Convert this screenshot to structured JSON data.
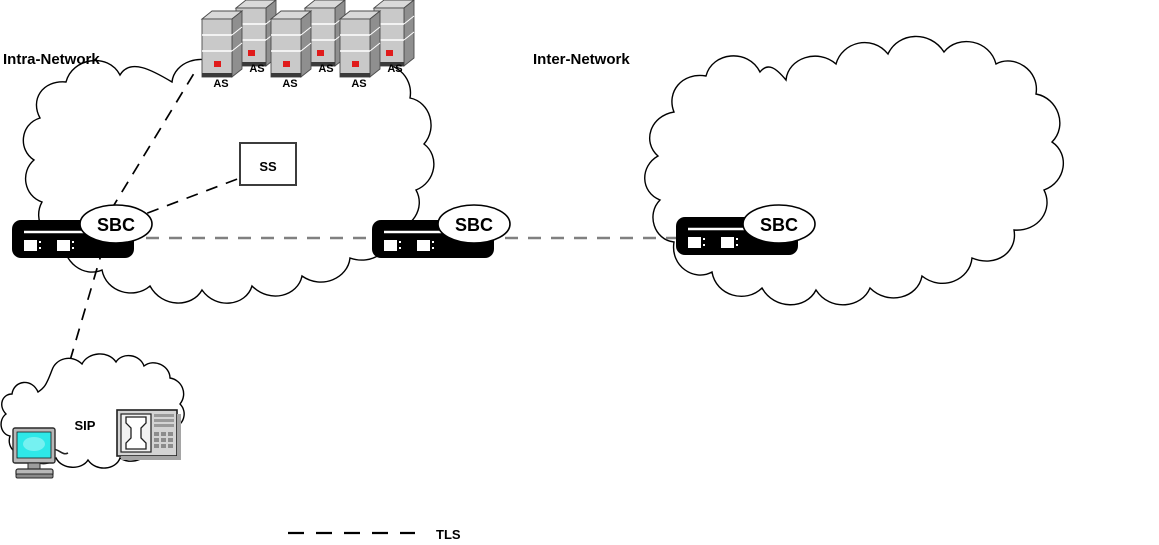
{
  "diagram": {
    "title": "Intra-Network / Inter-Network SBC topology",
    "zones": [
      {
        "id": "intra",
        "label": "Intra-Network"
      },
      {
        "id": "inter",
        "label": "Inter-Network"
      }
    ],
    "servers": {
      "count": 6,
      "label": "AS",
      "labels": [
        "AS",
        "AS",
        "AS",
        "AS",
        "AS",
        "AS"
      ],
      "front_face_color": "#c9c9c9",
      "side_face_color": "#8f8f8f",
      "top_face_color": "#d9d9d9",
      "led_color": "#e01b1b"
    },
    "sbc_nodes": [
      {
        "id": "sbc-left",
        "label": "SBC"
      },
      {
        "id": "sbc-mid",
        "label": "SBC"
      },
      {
        "id": "sbc-right",
        "label": "SBC"
      }
    ],
    "ss_node": {
      "label": "SS"
    },
    "sip_cloud": {
      "label": "SIP",
      "endpoints": [
        {
          "id": "workstation",
          "screen_color": "#2ee8e8"
        },
        {
          "id": "ip-phone",
          "body_color": "#d4d4d4"
        }
      ]
    },
    "legend": {
      "items": [
        {
          "label": "TLS",
          "style": "dashed",
          "color": "#000000"
        }
      ]
    },
    "colors": {
      "background": "#ffffff",
      "outline": "#000000",
      "device_fill": "#000000",
      "link_gray": "#808080",
      "screen_cyan": "#2ee8e8",
      "led_red": "#e01b1b"
    }
  }
}
